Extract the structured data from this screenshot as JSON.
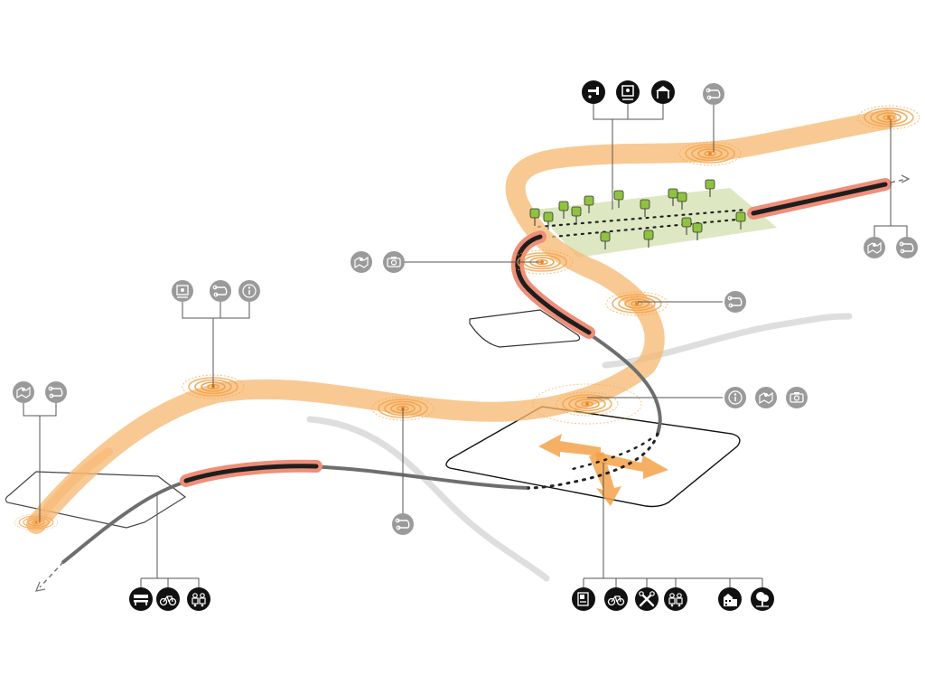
{
  "diagram": {
    "colors": {
      "orange_ribbon": "#f7b872",
      "ripple": "#f4a24a",
      "ripple_center": "#e8892c",
      "path_dark": "#1e1e1e",
      "path_gray": "#6e6e6e",
      "path_highlight": "#ef8e78",
      "park_green": "#d7e3b7",
      "tree_green": "#8fc23f",
      "connector": "#555555",
      "icon_black": "#111111",
      "icon_gray": "#9a9a9a",
      "background_road": "#dedede"
    },
    "icon_groups": [
      {
        "id": "group-top-amenities",
        "icons": [
          "water-tap-icon",
          "picture-frame-icon",
          "pavilion-icon"
        ],
        "style": "black"
      },
      {
        "id": "group-top-route",
        "icons": [
          "route-icon"
        ],
        "style": "gray"
      },
      {
        "id": "group-right-end",
        "icons": [
          "map-pin-icon",
          "route-icon"
        ],
        "style": "gray"
      },
      {
        "id": "group-park-left",
        "icons": [
          "map-pin-icon",
          "camera-icon"
        ],
        "style": "gray"
      },
      {
        "id": "group-left-mid",
        "icons": [
          "picture-frame-icon",
          "route-icon",
          "info-icon"
        ],
        "style": "gray"
      },
      {
        "id": "group-left-end",
        "icons": [
          "map-pin-icon",
          "route-icon"
        ],
        "style": "gray"
      },
      {
        "id": "group-center-route",
        "icons": [
          "route-icon"
        ],
        "style": "gray"
      },
      {
        "id": "group-mid-right-route",
        "icons": [
          "route-icon"
        ],
        "style": "gray"
      },
      {
        "id": "group-plaza-right",
        "icons": [
          "info-icon",
          "map-pin-icon",
          "camera-icon"
        ],
        "style": "gray"
      },
      {
        "id": "group-bottom-left",
        "icons": [
          "bench-icon",
          "bicycle-icon",
          "people-icon"
        ],
        "style": "black"
      },
      {
        "id": "group-bottom-right",
        "icons": [
          "vending-icon",
          "bicycle-icon",
          "repair-tools-icon",
          "people-icon",
          "building-icon",
          "tree-icon"
        ],
        "style": "black"
      }
    ]
  }
}
